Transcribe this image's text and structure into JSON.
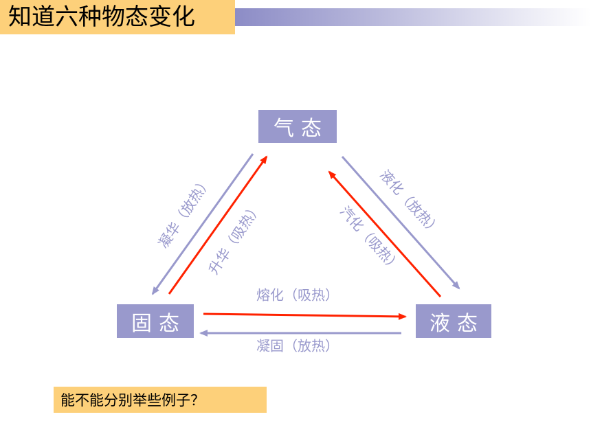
{
  "title": "知道六种物态变化",
  "states": {
    "gas": "气态",
    "solid": "固态",
    "liquid": "液态"
  },
  "transitions": {
    "deposition": "凝华（放热）",
    "sublimation": "升华（吸热）",
    "liquefaction": "液化（放热）",
    "vaporization": "汽化（吸热）",
    "melting": "熔化（吸热）",
    "freezing": "凝固（放热）"
  },
  "question": "能不能分别举些例子？",
  "colors": {
    "title_bg": "#fdd07a",
    "state_box": "#9999cc",
    "release_heat_arrow": "#9999cc",
    "label_text": "#9999cc",
    "absorb_heat_arrow": "#ff2200"
  }
}
